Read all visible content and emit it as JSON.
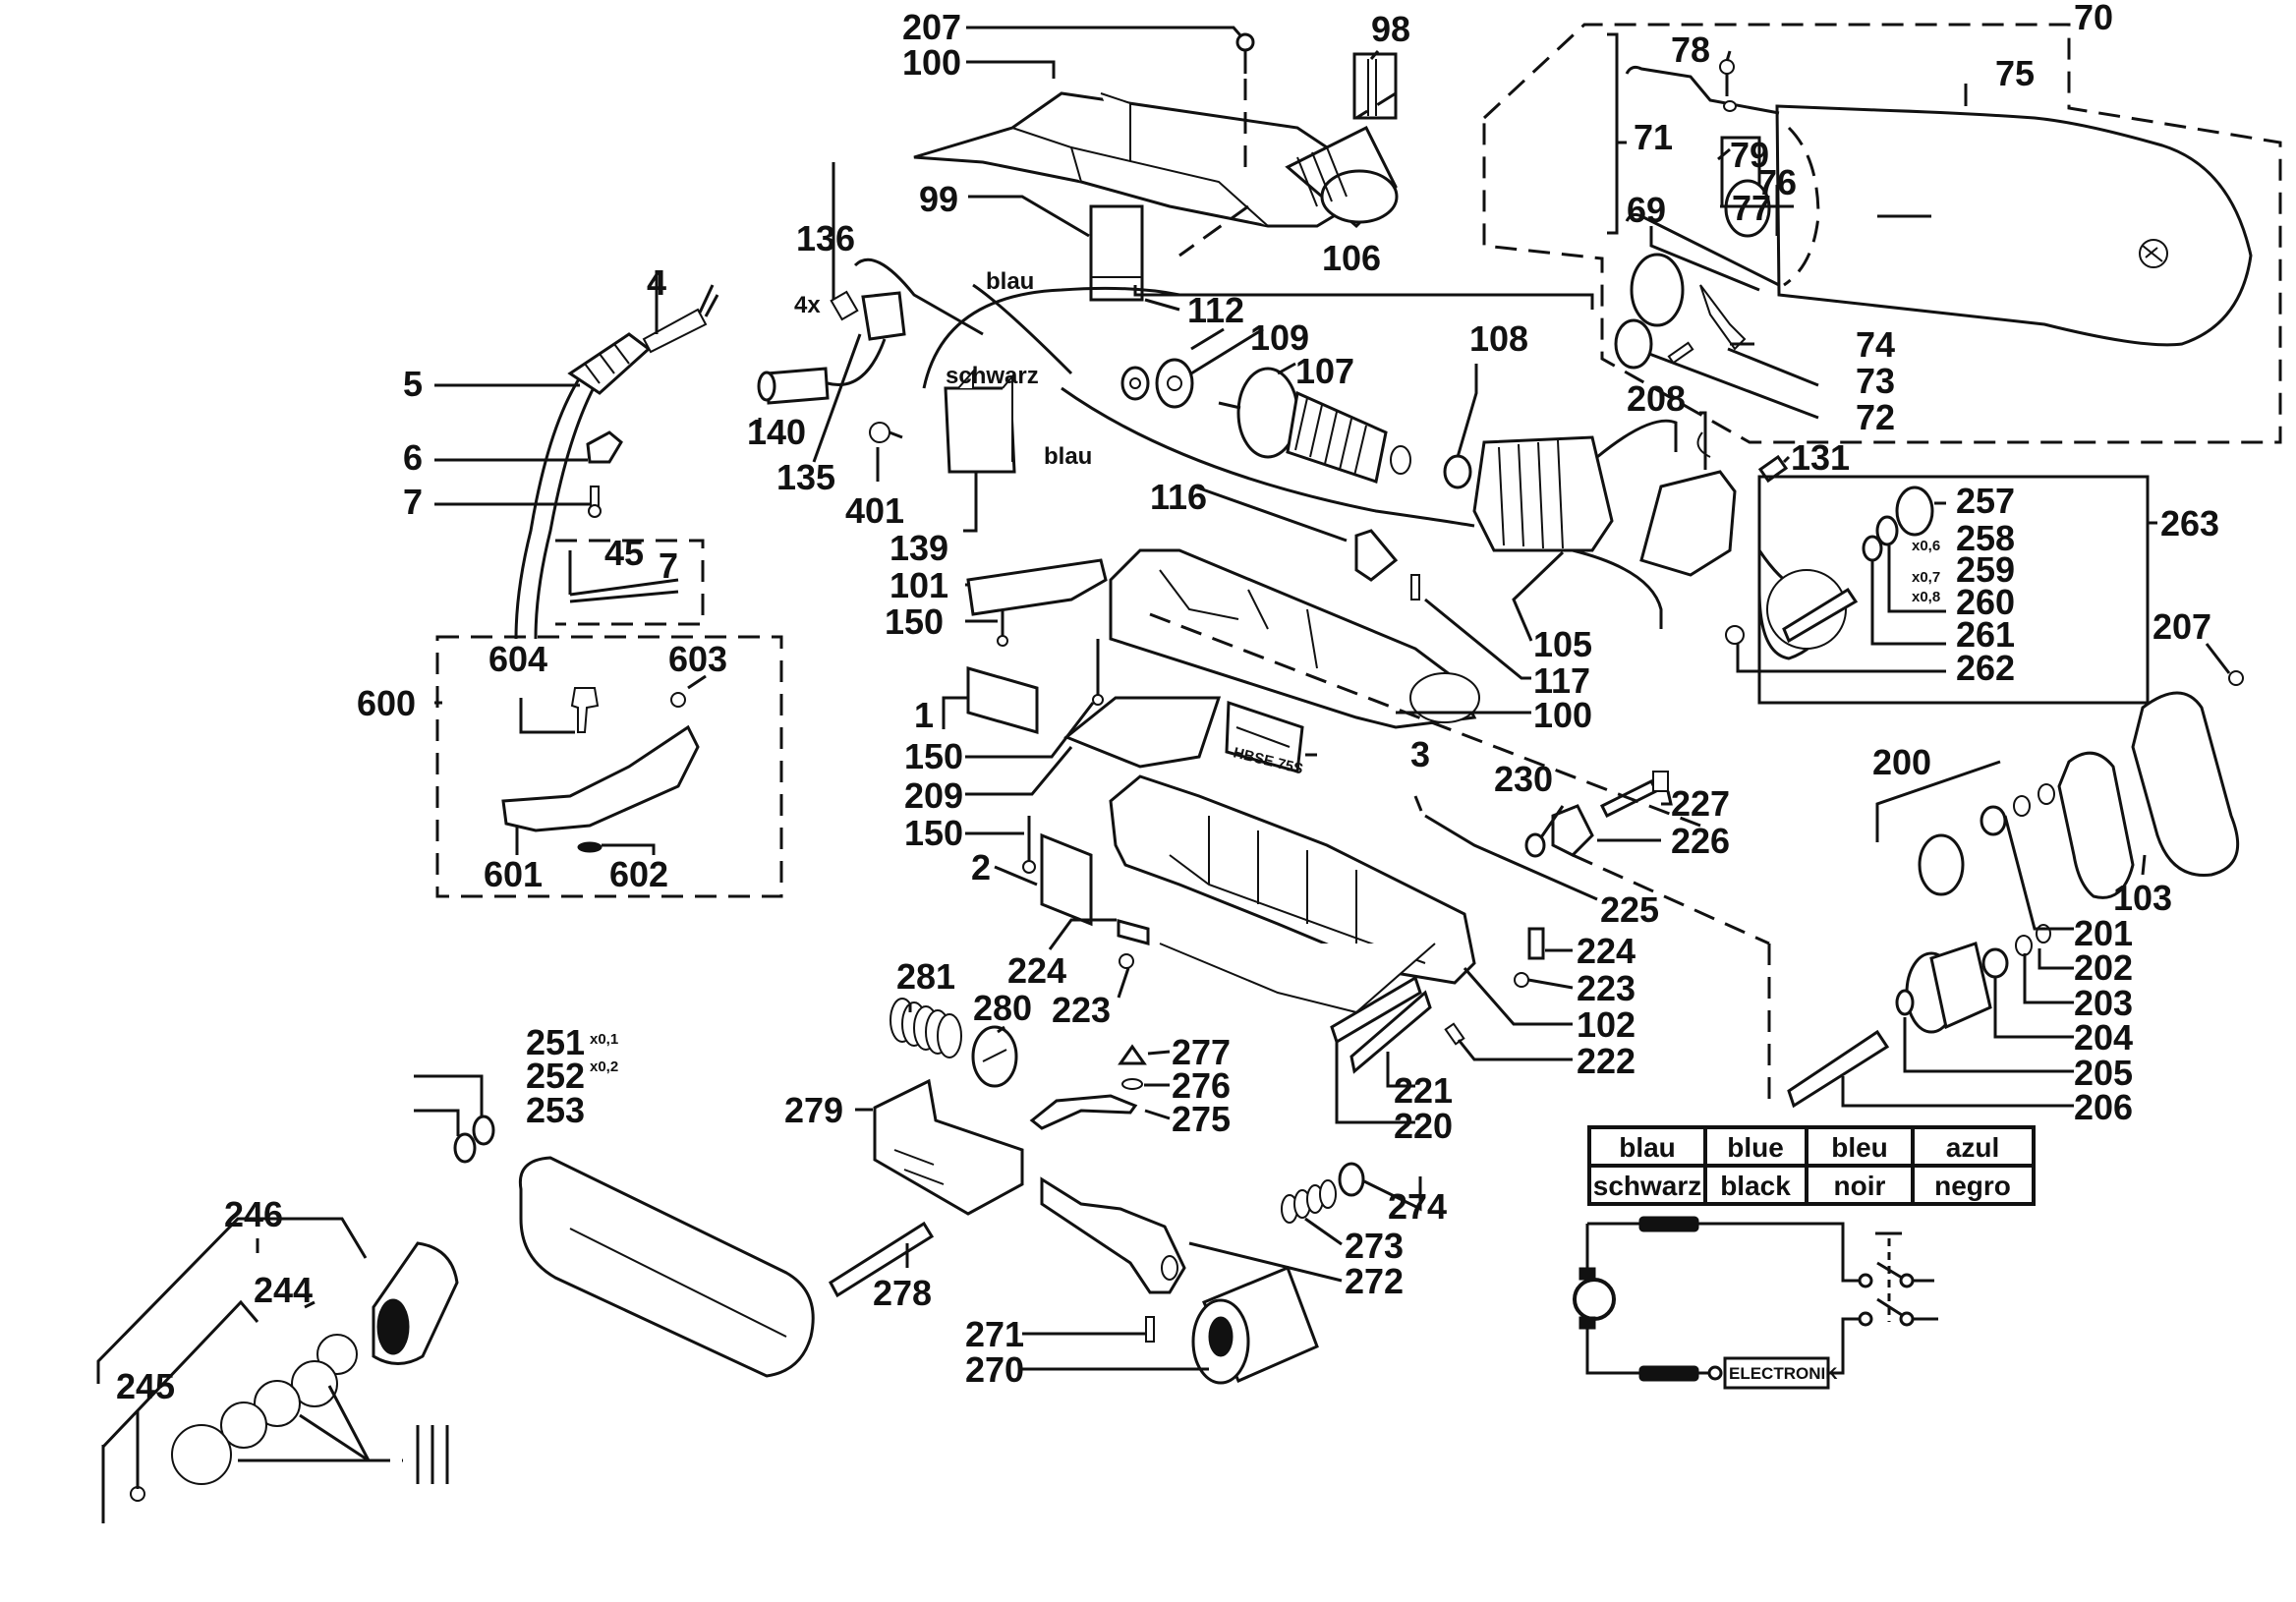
{
  "diagram": {
    "title": "Exploded parts diagram – belt sander",
    "wire_labels": {
      "blau_top": "blau",
      "schwarz": "schwarz",
      "blau_bottom": "blau",
      "qty_4x": "4x"
    },
    "nameplate_text": "HBSE 75S",
    "parts": [
      {
        "id": "p207a",
        "label": "207"
      },
      {
        "id": "p100a",
        "label": "100"
      },
      {
        "id": "p98",
        "label": "98"
      },
      {
        "id": "p99",
        "label": "99"
      },
      {
        "id": "p136",
        "label": "136"
      },
      {
        "id": "p106",
        "label": "106"
      },
      {
        "id": "p112",
        "label": "112"
      },
      {
        "id": "p109",
        "label": "109"
      },
      {
        "id": "p107",
        "label": "107"
      },
      {
        "id": "p108",
        "label": "108"
      },
      {
        "id": "p4",
        "label": "4"
      },
      {
        "id": "p5",
        "label": "5"
      },
      {
        "id": "p6",
        "label": "6"
      },
      {
        "id": "p7a",
        "label": "7"
      },
      {
        "id": "p45",
        "label": "45"
      },
      {
        "id": "p7b",
        "label": "7"
      },
      {
        "id": "p140",
        "label": "140"
      },
      {
        "id": "p135",
        "label": "135"
      },
      {
        "id": "p401",
        "label": "401"
      },
      {
        "id": "p139",
        "label": "139"
      },
      {
        "id": "p116",
        "label": "116"
      },
      {
        "id": "p101",
        "label": "101"
      },
      {
        "id": "p150a",
        "label": "150"
      },
      {
        "id": "p105",
        "label": "105"
      },
      {
        "id": "p117",
        "label": "117"
      },
      {
        "id": "p100b",
        "label": "100"
      },
      {
        "id": "p600",
        "label": "600"
      },
      {
        "id": "p604",
        "label": "604"
      },
      {
        "id": "p603",
        "label": "603"
      },
      {
        "id": "p601",
        "label": "601"
      },
      {
        "id": "p602",
        "label": "602"
      },
      {
        "id": "p1",
        "label": "1"
      },
      {
        "id": "p150b",
        "label": "150"
      },
      {
        "id": "p209",
        "label": "209"
      },
      {
        "id": "p3",
        "label": "3"
      },
      {
        "id": "p150c",
        "label": "150"
      },
      {
        "id": "p2",
        "label": "2"
      },
      {
        "id": "p230",
        "label": "230"
      },
      {
        "id": "p227",
        "label": "227"
      },
      {
        "id": "p226",
        "label": "226"
      },
      {
        "id": "p225",
        "label": "225"
      },
      {
        "id": "p224a",
        "label": "224"
      },
      {
        "id": "p223a",
        "label": "223"
      },
      {
        "id": "p224b",
        "label": "224"
      },
      {
        "id": "p223b",
        "label": "223"
      },
      {
        "id": "p102",
        "label": "102"
      },
      {
        "id": "p222",
        "label": "222"
      },
      {
        "id": "p221",
        "label": "221"
      },
      {
        "id": "p220",
        "label": "220"
      },
      {
        "id": "p281",
        "label": "281"
      },
      {
        "id": "p280",
        "label": "280"
      },
      {
        "id": "p277",
        "label": "277"
      },
      {
        "id": "p276",
        "label": "276"
      },
      {
        "id": "p275",
        "label": "275"
      },
      {
        "id": "p279",
        "label": "279"
      },
      {
        "id": "p278",
        "label": "278"
      },
      {
        "id": "p274",
        "label": "274"
      },
      {
        "id": "p273",
        "label": "273"
      },
      {
        "id": "p272",
        "label": "272"
      },
      {
        "id": "p271",
        "label": "271"
      },
      {
        "id": "p270",
        "label": "270"
      },
      {
        "id": "p251",
        "label": "251"
      },
      {
        "id": "p252",
        "label": "252"
      },
      {
        "id": "p253",
        "label": "253"
      },
      {
        "id": "p246",
        "label": "246"
      },
      {
        "id": "p244",
        "label": "244"
      },
      {
        "id": "p245",
        "label": "245"
      },
      {
        "id": "p70",
        "label": "70"
      },
      {
        "id": "p78",
        "label": "78"
      },
      {
        "id": "p75",
        "label": "75"
      },
      {
        "id": "p71",
        "label": "71"
      },
      {
        "id": "p79",
        "label": "79"
      },
      {
        "id": "p76",
        "label": "76"
      },
      {
        "id": "p77",
        "label": "77"
      },
      {
        "id": "p69",
        "label": "69"
      },
      {
        "id": "p74",
        "label": "74"
      },
      {
        "id": "p73",
        "label": "73"
      },
      {
        "id": "p72",
        "label": "72"
      },
      {
        "id": "p208",
        "label": "208"
      },
      {
        "id": "p131",
        "label": "131"
      },
      {
        "id": "p257",
        "label": "257"
      },
      {
        "id": "p258",
        "label": "258"
      },
      {
        "id": "p259",
        "label": "259"
      },
      {
        "id": "p260",
        "label": "260"
      },
      {
        "id": "p261",
        "label": "261"
      },
      {
        "id": "p262",
        "label": "262"
      },
      {
        "id": "p263",
        "label": "263"
      },
      {
        "id": "p207b",
        "label": "207"
      },
      {
        "id": "p200",
        "label": "200"
      },
      {
        "id": "p103",
        "label": "103"
      },
      {
        "id": "p201",
        "label": "201"
      },
      {
        "id": "p202",
        "label": "202"
      },
      {
        "id": "p203",
        "label": "203"
      },
      {
        "id": "p204",
        "label": "204"
      },
      {
        "id": "p205",
        "label": "205"
      },
      {
        "id": "p206",
        "label": "206"
      }
    ],
    "size_notes": [
      {
        "id": "n258",
        "label": "x0,6"
      },
      {
        "id": "n259",
        "label": "x0,7"
      },
      {
        "id": "n260",
        "label": "x0,8"
      },
      {
        "id": "n251",
        "label": "x0,1"
      },
      {
        "id": "n252",
        "label": "x0,2"
      }
    ]
  },
  "color_legend": {
    "rows": [
      [
        "blau",
        "blue",
        "bleu",
        "azul"
      ],
      [
        "schwarz",
        "black",
        "noir",
        "negro"
      ]
    ]
  },
  "circuit": {
    "module_label": "ELECTRONIK"
  }
}
